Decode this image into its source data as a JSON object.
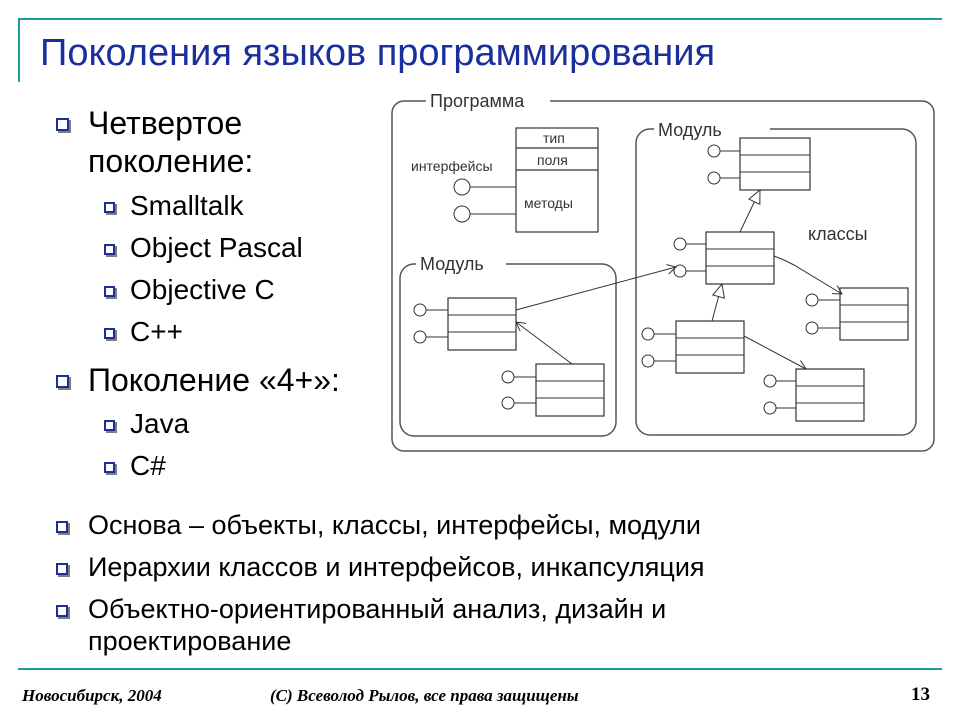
{
  "title": "Поколения языков программирования",
  "fourth_gen": {
    "heading_line1": "Четвертое",
    "heading_line2": "поколение:",
    "items": [
      "Smalltalk",
      "Object Pascal",
      "Objective C",
      "C++"
    ]
  },
  "gen4plus": {
    "heading": "Поколение «4+»:",
    "items": [
      "Java",
      "C#"
    ]
  },
  "bottom_points": [
    "Основа – объекты, классы, интерфейсы, модули",
    "Иерархии классов и интерфейсов, инкапсуляция",
    "Объектно-ориентированный анализ, дизайн и",
    "проектирование"
  ],
  "diagram": {
    "program_label": "Программа",
    "module_label_right": "Модуль",
    "module_label_left": "Модуль",
    "interfaces_label": "интерфейсы",
    "type_label": "тип",
    "fields_label": "поля",
    "methods_label": "методы",
    "classes_label": "классы"
  },
  "footer": {
    "city_year": "Новосибирск, 2004",
    "copyright": "(C) Всеволод Рылов, все права защищены",
    "page": "13"
  },
  "colors": {
    "title": "#1a2f9c",
    "accent_line": "#1a9aa0",
    "diagram_stroke": "#555555"
  }
}
